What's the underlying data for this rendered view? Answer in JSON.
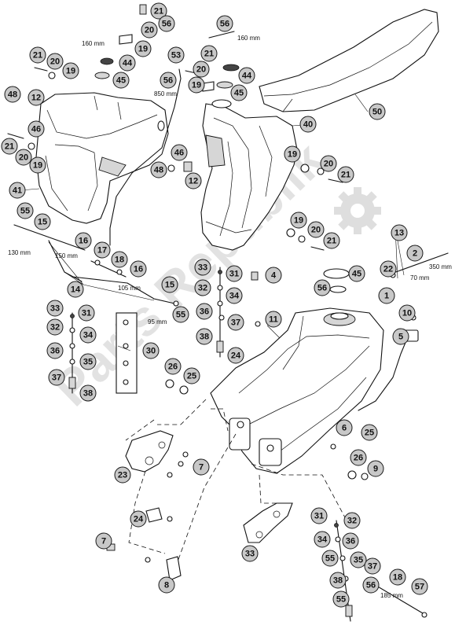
{
  "watermark": "Parts Republik",
  "measurements": [
    "160 mm",
    "160 mm",
    "850 mm",
    "130 mm",
    "150 mm",
    "105 mm",
    "95 mm",
    "350 mm",
    "70 mm",
    "185 mm"
  ],
  "callouts": [
    "21",
    "56",
    "20",
    "19",
    "44",
    "45",
    "21",
    "20",
    "19",
    "48",
    "12",
    "46",
    "21",
    "20",
    "19",
    "53",
    "56",
    "41",
    "55",
    "15",
    "16",
    "17",
    "18",
    "16",
    "14",
    "15",
    "55",
    "33",
    "31",
    "32",
    "34",
    "36",
    "35",
    "37",
    "38",
    "30",
    "26",
    "25",
    "56",
    "21",
    "20",
    "19",
    "44",
    "45",
    "40",
    "50",
    "46",
    "48",
    "12",
    "19",
    "20",
    "21",
    "19",
    "20",
    "21",
    "33",
    "31",
    "32",
    "34",
    "36",
    "37",
    "38",
    "24",
    "4",
    "45",
    "56",
    "13",
    "2",
    "22",
    "1",
    "11",
    "10",
    "5",
    "6",
    "25",
    "26",
    "9",
    "23",
    "7",
    "24",
    "7",
    "8",
    "33",
    "31",
    "32",
    "34",
    "36",
    "55",
    "35",
    "37",
    "38",
    "56",
    "55",
    "18",
    "57"
  ]
}
